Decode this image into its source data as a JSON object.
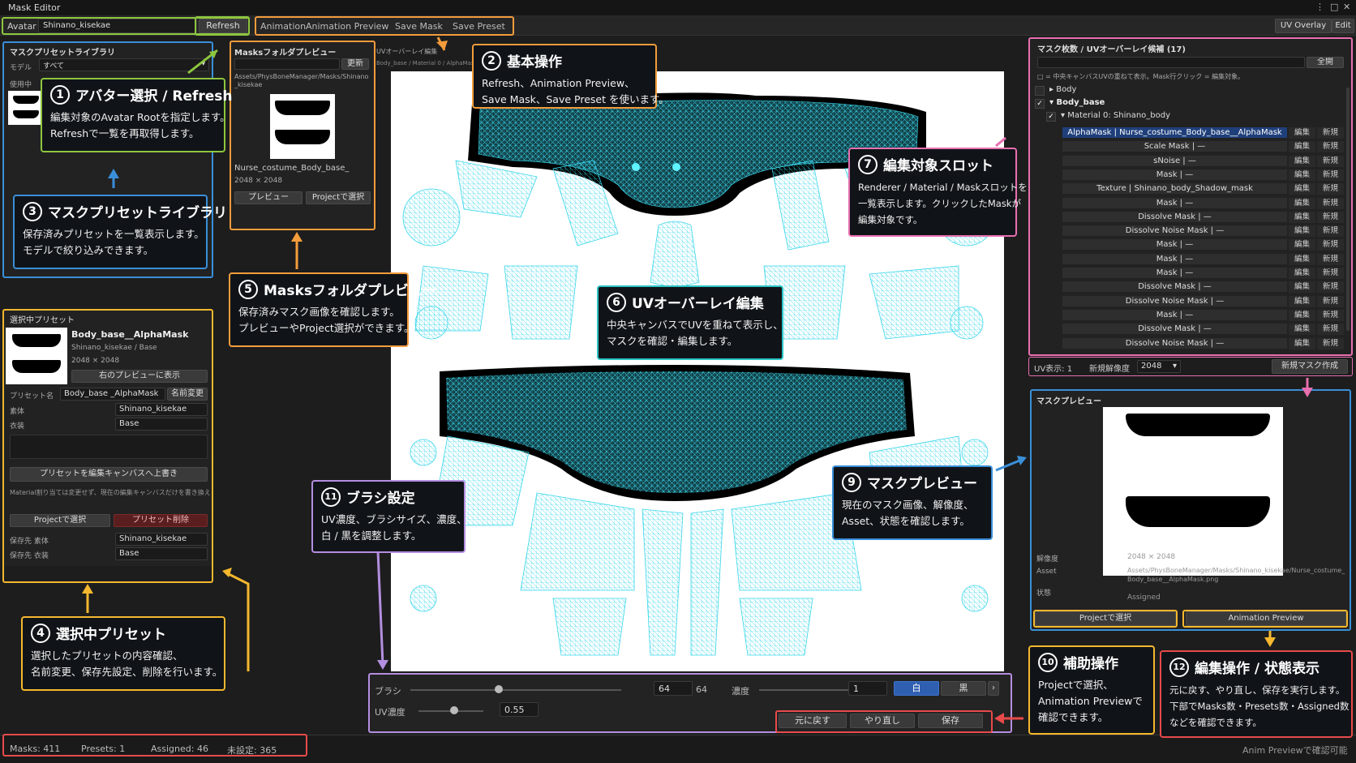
{
  "window": {
    "title": "Mask Editor",
    "controls": [
      "⋮",
      "□",
      "✕"
    ]
  },
  "toolbar": {
    "avatar_label": "Avatar",
    "avatar_value": "Shinano_kisekae",
    "refresh": "Refresh",
    "tabs": [
      "Animation",
      "Animation Preview",
      "Save Mask",
      "Save Preset"
    ],
    "right_buttons": [
      "UV Overlay",
      "Edit"
    ]
  },
  "preset_library": {
    "title": "マスクプリセットライブラリ",
    "model_label": "モデル",
    "model_value": "すべて",
    "list_label": "使用中"
  },
  "masks_folder": {
    "title": "Masksフォルダプレビュー",
    "refresh": "更新",
    "path": "Assets/PhysBoneManager/Masks/Shinano_kisekae",
    "item_name": "Nurse_costume_Body_base_",
    "item_size": "2048 × 2048",
    "preview_btn": "プレビュー",
    "project_btn": "Projectで選択"
  },
  "uv_tab": {
    "title": "UVオーバーレイ編集",
    "breadcrumb": "Body_base / Material 0 / AlphaMask"
  },
  "selected_preset": {
    "title": "選択中プリセット",
    "name": "Body_base__AlphaMask",
    "sub": "Shinano_kisekae / Base",
    "size": "2048 × 2048",
    "show_right": "右のプレビューに表示",
    "preset_name_label": "プリセット名",
    "preset_name_value": "Body_base _AlphaMask",
    "rename": "名前変更",
    "material_label": "素体",
    "material_value": "Shinano_kisekae",
    "costume_label": "衣装",
    "costume_value": "Base",
    "overwrite": "プリセットを編集キャンバスへ上書き",
    "note": "Material割り当ては変更せず、現在の編集キャンバスだけを書き換えます",
    "project_select": "Projectで選択",
    "delete": "プリセット削除",
    "save_material_label": "保存先 素体",
    "save_material_value": "Shinano_kisekae",
    "save_costume_label": "保存先 衣装",
    "save_costume_value": "Base"
  },
  "mask_slots": {
    "title": "マスク枚数 / UVオーバーレイ候補 (17)",
    "all_btn": "全開",
    "hint": "□ = 中央キャンバスUVの重ねて表示。Mask行クリック = 編集対象。",
    "tree": [
      "Body",
      "Body_base",
      "Material 0: Shinano_body"
    ],
    "rows": [
      "AlphaMask | Nurse_costume_Body_base__AlphaMask",
      "Scale Mask | —",
      "sNoise | —",
      "Mask | —",
      "Texture | Shinano_body_Shadow_mask",
      "Mask | —",
      "Dissolve Mask | —",
      "Dissolve Noise Mask | —",
      "Mask | —",
      "Mask | —",
      "Mask | —",
      "Dissolve Mask | —",
      "Dissolve Noise Mask | —",
      "Mask | —",
      "Dissolve Mask | —",
      "Dissolve Noise Mask | —"
    ],
    "edit": "編集",
    "new": "新規",
    "uv_display_label": "UV表示: 1",
    "new_res_label": "新規解像度",
    "new_res_value": "2048",
    "create_btn": "新規マスク作成"
  },
  "mask_preview": {
    "title": "マスクプレビュー",
    "res_label": "解像度",
    "res_value": "2048 × 2048",
    "asset_label": "Asset",
    "asset_value": "Assets/PhysBoneManager/Masks/Shinano_kisekae/Nurse_costume_Body_base__AlphaMask.png",
    "state_label": "状態",
    "state_value": "Assigned",
    "project_btn": "Projectで選択",
    "anim_btn": "Animation Preview"
  },
  "brush": {
    "brush_label": "ブラシ",
    "brush_value": "64",
    "brush_value2": "64",
    "density_label": "濃度",
    "density_value": "1",
    "white": "白",
    "black": "黒",
    "uv_label": "UV濃度",
    "uv_value": "0.55",
    "undo": "元に戻す",
    "redo": "やり直し",
    "save": "保存",
    "brush_level": 0.42,
    "density_level": 1.0,
    "uv_level": 0.55
  },
  "status": {
    "masks": "Masks: 411",
    "presets": "Presets: 1",
    "assigned": "Assigned: 46",
    "unset": "未設定: 365",
    "right": "Anim Previewで確認可能"
  },
  "callouts": [
    {
      "num": "1",
      "title": "アバター選択 / Refresh",
      "lines": [
        "編集対象のAvatar Rootを指定します。",
        "Refreshで一覧を再取得します。"
      ],
      "color": "#8dc63f"
    },
    {
      "num": "2",
      "title": "基本操作",
      "lines": [
        "Refresh、Animation Preview、",
        "Save Mask、Save Preset を使います。"
      ],
      "color": "#f39c3c"
    },
    {
      "num": "3",
      "title": "マスクプリセットライブラリ",
      "lines": [
        "保存済みプリセットを一覧表示します。",
        "モデルで絞り込みできます。"
      ],
      "color": "#3a8fd9"
    },
    {
      "num": "4",
      "title": "選択中プリセット",
      "lines": [
        "選択したプリセットの内容確認、",
        "名前変更、保存先設定、削除を行います。"
      ],
      "color": "#f5b82e"
    },
    {
      "num": "5",
      "title": "Masksフォルダプレビュー",
      "lines": [
        "保存済みマスク画像を確認します。",
        "プレビューやProject選択ができます。"
      ],
      "color": "#f39c3c"
    },
    {
      "num": "6",
      "title": "UVオーバーレイ編集",
      "lines": [
        "中央キャンバスでUVを重ねて表示し、",
        "マスクを確認・編集します。"
      ],
      "color": "#2bc4c4"
    },
    {
      "num": "7",
      "title": "編集対象スロット",
      "lines": [
        "Renderer / Material / Maskスロットを",
        "一覧表示します。クリックしたMaskが",
        "編集対象です。"
      ],
      "color": "#e86fb0"
    },
    {
      "num": "9",
      "title": "マスクプレビュー",
      "lines": [
        "現在のマスク画像、解像度、",
        "Asset、状態を確認します。"
      ],
      "color": "#3a8fd9"
    },
    {
      "num": "10",
      "title": "補助操作",
      "lines": [
        "Projectで選択、",
        "Animation Previewで",
        "確認できます。"
      ],
      "color": "#f5b82e"
    },
    {
      "num": "11",
      "title": "ブラシ設定",
      "lines": [
        "UV濃度、ブラシサイズ、濃度、",
        "白 / 黒を調整します。"
      ],
      "color": "#b48ee0"
    },
    {
      "num": "12",
      "title": "編集操作 / 状態表示",
      "lines": [
        "元に戻す、やり直し、保存を実行します。",
        "下部でMasks数・Presets数・Assigned数",
        "などを確認できます。"
      ],
      "color": "#e84a4a"
    }
  ]
}
